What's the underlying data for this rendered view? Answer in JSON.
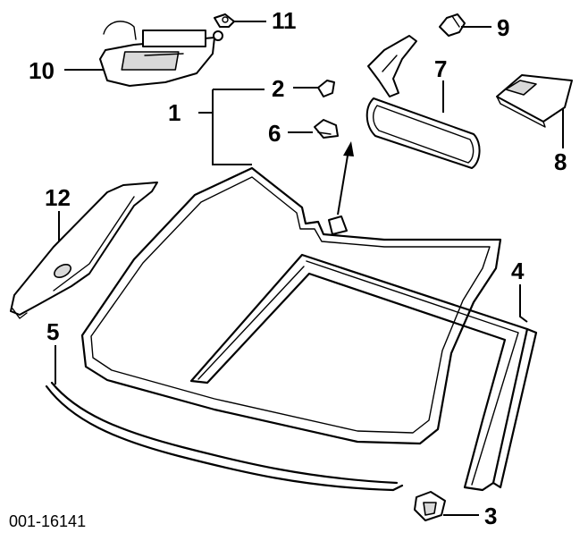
{
  "callouts": {
    "c1": "1",
    "c2": "2",
    "c3": "3",
    "c4": "4",
    "c5": "5",
    "c6": "6",
    "c7": "7",
    "c8": "8",
    "c9": "9",
    "c10": "10",
    "c11": "11",
    "c12": "12"
  },
  "figure_code": "001-16141"
}
